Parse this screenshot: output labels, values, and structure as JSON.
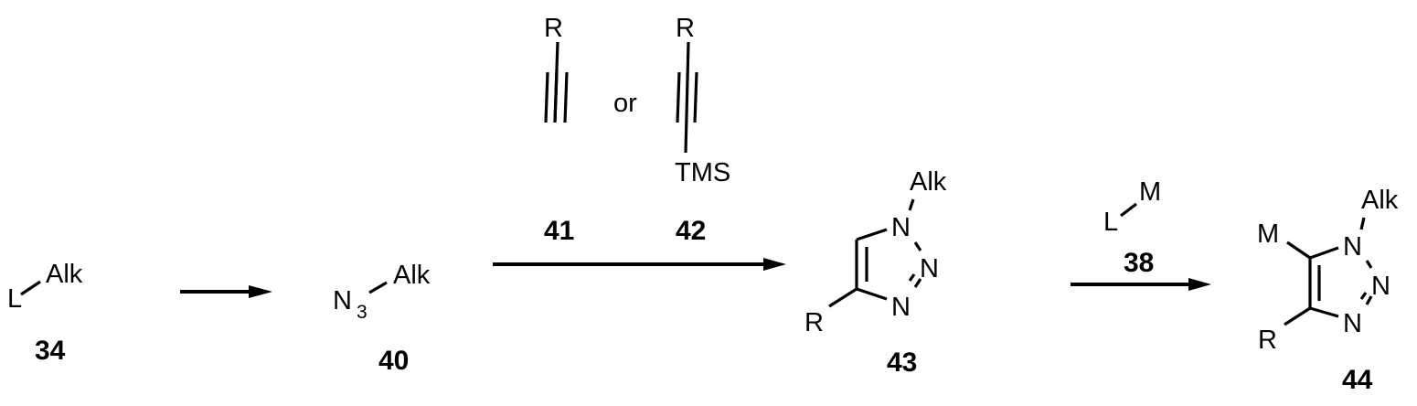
{
  "scheme": {
    "arrows": [
      {
        "from": "34",
        "to": "40",
        "reagent_above": ""
      },
      {
        "from": "40",
        "to": "43",
        "reagent_above": "41 or 42"
      },
      {
        "from": "43",
        "to": "44",
        "reagent_above": "38"
      }
    ],
    "compounds": {
      "c34": {
        "number": "34",
        "left_group": "L",
        "right_group": "Alk"
      },
      "c40": {
        "number": "40",
        "left_group": "N",
        "left_subscript": "3",
        "right_group": "Alk"
      },
      "c41": {
        "number": "41",
        "top_group": "R"
      },
      "c42": {
        "number": "42",
        "top_group": "R",
        "bottom_group": "TMS"
      },
      "or_label": "or",
      "c43": {
        "number": "43",
        "substituent_r": "R",
        "n_alkyl": "Alk",
        "n1": "N",
        "n2": "N",
        "n3": "N"
      },
      "c38": {
        "number": "38",
        "left_group": "L",
        "right_group": "M"
      },
      "c44": {
        "number": "44",
        "substituent_r": "R",
        "substituent_m": "M",
        "n_alkyl": "Alk",
        "n1": "N",
        "n2": "N",
        "n3": "N"
      }
    }
  }
}
